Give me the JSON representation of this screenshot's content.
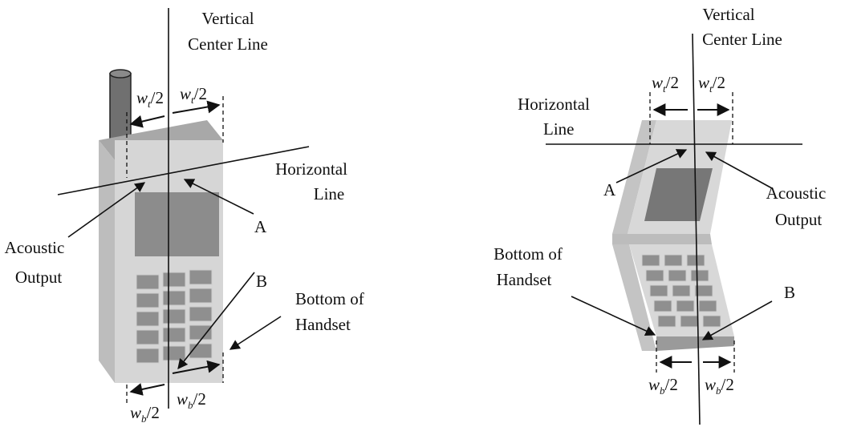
{
  "left": {
    "vertical_center_line": [
      "Vertical",
      "Center Line"
    ],
    "horizontal_line": [
      "Horizontal",
      "Line"
    ],
    "acoustic_output": [
      "Acoustic",
      "Output"
    ],
    "point_a": "A",
    "point_b": "B",
    "bottom_of_handset": [
      "Bottom of",
      "Handset"
    ],
    "top_width_letter": "w",
    "top_width_sub": "t",
    "bottom_width_letter": "w",
    "bottom_width_sub": "b",
    "half": "/2"
  },
  "right": {
    "vertical_center_line": [
      "Vertical",
      "Center Line"
    ],
    "horizontal_line": [
      "Horizontal",
      "Line"
    ],
    "acoustic_output": [
      "Acoustic",
      "Output"
    ],
    "point_a": "A",
    "point_b": "B",
    "bottom_of_handset": [
      "Bottom of",
      "Handset"
    ],
    "top_width_letter": "w",
    "top_width_sub": "t",
    "bottom_width_letter": "w",
    "bottom_width_sub": "b",
    "half": "/2"
  }
}
